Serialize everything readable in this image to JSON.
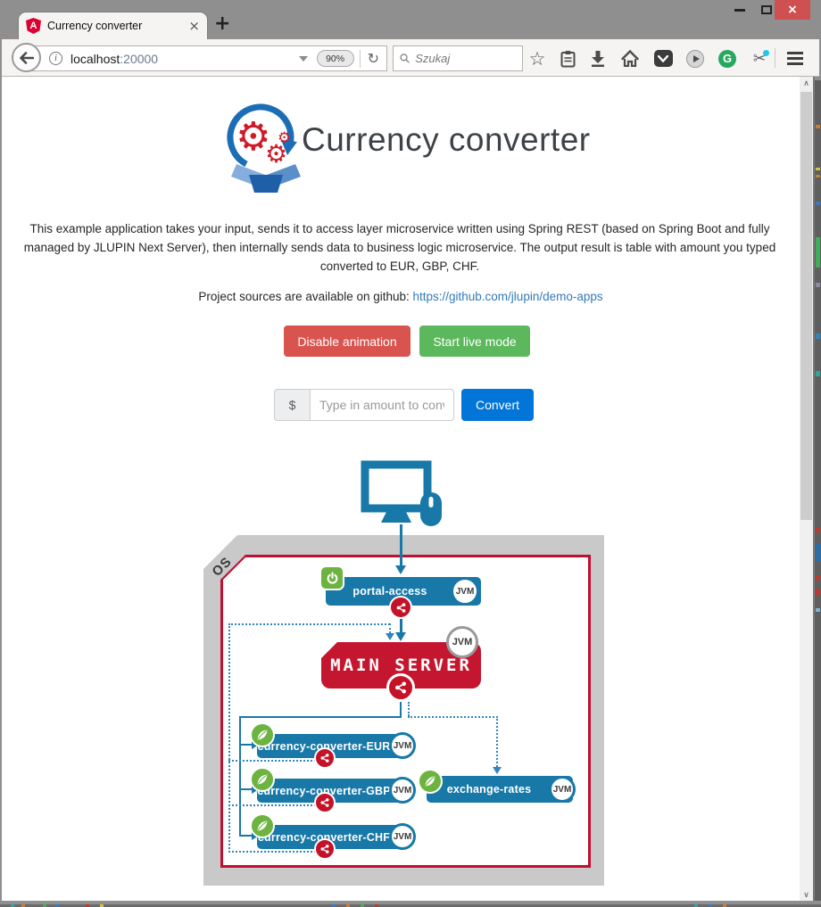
{
  "window": {
    "controls": {
      "close_glyph": "×"
    }
  },
  "browser": {
    "tab": {
      "favicon_letter": "A",
      "title": "Currency converter",
      "close_glyph": "×"
    },
    "new_tab_glyph": "+",
    "nav": {
      "info_glyph": "i",
      "url_host": "localhost",
      "url_port": ":20000",
      "zoom_badge": "90%",
      "reload_glyph": "↻",
      "search_placeholder": "Szukaj",
      "star_glyph": "☆",
      "grammarly_glyph": "G",
      "scissors_glyph": "✂"
    },
    "scrollbar": {
      "up_glyph": "∧",
      "down_glyph": "∨"
    }
  },
  "page": {
    "title": "Currency converter",
    "description": "This example application takes your input, sends it to access layer microservice written using Spring REST (based on Spring Boot and fully managed by JLUPIN Next Server), then internally sends data to business logic microservice. The output result is table with amount you typed converted to EUR, GBP, CHF.",
    "sources_prefix": "Project sources are available on github: ",
    "sources_link": "https://github.com/jlupin/demo-apps",
    "disable_button": "Disable animation",
    "live_button": "Start live mode",
    "convert_button": "Convert",
    "amount_prefix": "$",
    "amount_placeholder": "Type in amount to convert",
    "amount_value": "",
    "diagram": {
      "os_label": "OS",
      "jvm_badge": "JVM",
      "nodes": {
        "portal": "portal-access",
        "main": "MAIN SERVER",
        "eur": "currency-converter-EUR",
        "gbp": "currency-converter-GBP",
        "chf": "currency-converter-CHF",
        "rates": "exchange-rates"
      },
      "colors": {
        "node_blue": "#1878a8",
        "main_red": "#c5162f",
        "frame_red": "#c30e2e",
        "share_red": "#c41328",
        "spring_green": "#6db33f",
        "connector_dotted_blue": "#2e86c1",
        "os_box_gray": "#c9c9c9"
      }
    }
  }
}
